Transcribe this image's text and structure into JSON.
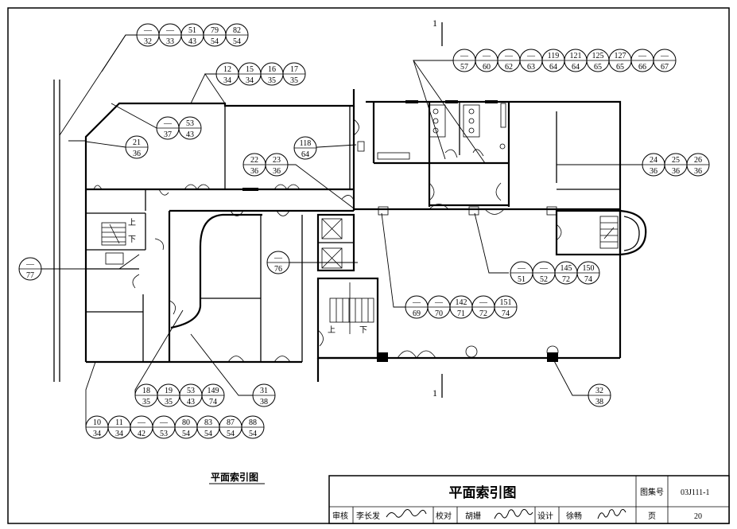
{
  "drawing": {
    "caption": "平面索引图",
    "section_mark": "1"
  },
  "title_block": {
    "title": "平面索引图",
    "atlas_label": "图集号",
    "atlas_no": "03J111-1",
    "page_label": "页",
    "page_no": "20",
    "review_label": "审核",
    "reviewer": "李长发",
    "check_label": "校对",
    "checker": "胡姗",
    "design_label": "设计",
    "designer": "徐畅"
  },
  "index_groups": [
    {
      "id": "g1",
      "items": [
        {
          "top": "—",
          "bottom": "32"
        },
        {
          "top": "—",
          "bottom": "33"
        },
        {
          "top": "51",
          "bottom": "43"
        },
        {
          "top": "79",
          "bottom": "54"
        },
        {
          "top": "82",
          "bottom": "54"
        }
      ]
    },
    {
      "id": "g2",
      "items": [
        {
          "top": "12",
          "bottom": "34"
        },
        {
          "top": "15",
          "bottom": "34"
        },
        {
          "top": "16",
          "bottom": "35"
        },
        {
          "top": "17",
          "bottom": "35"
        }
      ]
    },
    {
      "id": "g3",
      "items": [
        {
          "top": "—",
          "bottom": "57"
        },
        {
          "top": "—",
          "bottom": "60"
        },
        {
          "top": "—",
          "bottom": "62"
        },
        {
          "top": "—",
          "bottom": "63"
        },
        {
          "top": "119",
          "bottom": "64"
        },
        {
          "top": "121",
          "bottom": "64"
        },
        {
          "top": "125",
          "bottom": "65"
        },
        {
          "top": "127",
          "bottom": "65"
        },
        {
          "top": "—",
          "bottom": "66"
        },
        {
          "top": "—",
          "bottom": "67"
        }
      ]
    },
    {
      "id": "g4",
      "items": [
        {
          "top": "—",
          "bottom": "37"
        },
        {
          "top": "53",
          "bottom": "43"
        }
      ]
    },
    {
      "id": "g5",
      "items": [
        {
          "top": "21",
          "bottom": "36"
        }
      ]
    },
    {
      "id": "g6",
      "items": [
        {
          "top": "118",
          "bottom": "64"
        }
      ]
    },
    {
      "id": "g7",
      "items": [
        {
          "top": "22",
          "bottom": "36"
        },
        {
          "top": "23",
          "bottom": "36"
        }
      ]
    },
    {
      "id": "g8",
      "items": [
        {
          "top": "24",
          "bottom": "36"
        },
        {
          "top": "25",
          "bottom": "36"
        },
        {
          "top": "26",
          "bottom": "36"
        }
      ]
    },
    {
      "id": "g9",
      "items": [
        {
          "top": "—",
          "bottom": "77"
        }
      ]
    },
    {
      "id": "g10",
      "items": [
        {
          "top": "—",
          "bottom": "76"
        }
      ]
    },
    {
      "id": "g11",
      "items": [
        {
          "top": "—",
          "bottom": "51"
        },
        {
          "top": "—",
          "bottom": "52"
        },
        {
          "top": "145",
          "bottom": "72"
        },
        {
          "top": "150",
          "bottom": "74"
        }
      ]
    },
    {
      "id": "g12",
      "items": [
        {
          "top": "—",
          "bottom": "69"
        },
        {
          "top": "—",
          "bottom": "70"
        },
        {
          "top": "142",
          "bottom": "71"
        },
        {
          "top": "—",
          "bottom": "72"
        },
        {
          "top": "151",
          "bottom": "74"
        }
      ]
    },
    {
      "id": "g13",
      "items": [
        {
          "top": "18",
          "bottom": "35"
        },
        {
          "top": "19",
          "bottom": "35"
        },
        {
          "top": "53",
          "bottom": "43"
        },
        {
          "top": "149",
          "bottom": "74"
        }
      ]
    },
    {
      "id": "g14",
      "items": [
        {
          "top": "31",
          "bottom": "38"
        }
      ]
    },
    {
      "id": "g15",
      "items": [
        {
          "top": "32",
          "bottom": "38"
        }
      ]
    },
    {
      "id": "g16",
      "items": [
        {
          "top": "10",
          "bottom": "34"
        },
        {
          "top": "11",
          "bottom": "34"
        },
        {
          "top": "—",
          "bottom": "42"
        },
        {
          "top": "—",
          "bottom": "53"
        },
        {
          "top": "80",
          "bottom": "54"
        },
        {
          "top": "83",
          "bottom": "54"
        },
        {
          "top": "87",
          "bottom": "54"
        },
        {
          "top": "88",
          "bottom": "54"
        }
      ]
    }
  ],
  "stair_labels": {
    "up": "上",
    "down": "下"
  }
}
